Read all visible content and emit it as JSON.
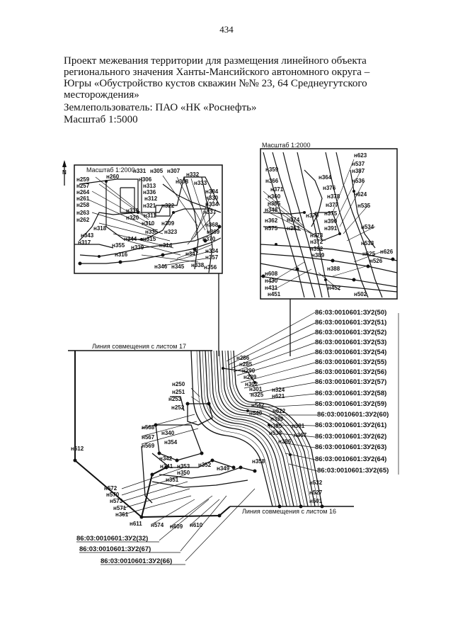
{
  "page": {
    "number": "434"
  },
  "header": {
    "title": "Проект межевания территории для размещения линейного объекта регионального значения Ханты-Мансийского автономного округа – Югры «Обустройство кустов скважин №№ 23, 64 Среднеугутского месторождения»",
    "developer": "Землепользователь: ПАО «НК «Роснефть»",
    "scale": "Масштаб 1:5000"
  },
  "map": {
    "north_arrow": "N",
    "inset_left": {
      "caption": "Масштаб 1:2000",
      "labels": [
        "н259",
        "н257",
        "н264",
        "н261",
        "н258",
        "н263",
        "н262",
        "н318",
        "н343",
        "н317",
        "н260",
        "н306",
        "н313",
        "н336",
        "н312",
        "н321",
        "н322",
        "н319",
        "н320",
        "н311",
        "н310",
        "н309",
        "н335",
        "н323",
        "н344",
        "н315",
        "н355",
        "н339",
        "н316",
        "н331",
        "н305",
        "н307",
        "н308",
        "н332",
        "н333",
        "н384",
        "н330",
        "н334",
        "н337",
        "н368",
        "н369",
        "н370",
        "н314",
        "н347",
        "н346",
        "н345",
        "н338",
        "н357",
        "н334",
        "н356"
      ]
    },
    "inset_right": {
      "caption": "Масштаб 1:2000",
      "labels": [
        "н623",
        "н537",
        "н387",
        "н359",
        "н366",
        "н364",
        "н536",
        "н371",
        "н376",
        "н378",
        "н360",
        "н365",
        "н348",
        "н377",
        "н624",
        "н535",
        "н362",
        "н374",
        "н379",
        "н375",
        "н390",
        "н391",
        "н534",
        "н575",
        "н363",
        "н373",
        "н372",
        "н392",
        "н389",
        "н533",
        "н625",
        "н626",
        "н526",
        "н388",
        "н608",
        "н430",
        "н431",
        "н451",
        "н452",
        "н502"
      ]
    },
    "sheet_join_top": "Линия совмещения с листом 17",
    "sheet_join_bottom": "Линия совмещения с листом 16",
    "parcels_right": [
      "86:03:0010601:ЗУ2(50)",
      "86:03:0010601:ЗУ2(51)",
      "86:03:0010601:ЗУ2(52)",
      "86:03:0010601:ЗУ2(53)",
      "86:03:0010601:ЗУ2(54)",
      "86:03:0010601:ЗУ2(55)",
      "86:03:0010601:ЗУ2(56)",
      "86:03:0010601:ЗУ2(57)",
      "86:03:0010601:ЗУ2(58)",
      "86:03:0010601:ЗУ2(59)",
      "86:03:0010601:ЗУ2(60)",
      "86:03:0010601:ЗУ2(61)",
      "86:03:0010601:ЗУ2(62)",
      "86:03:0010601:ЗУ2(63)",
      "86:03:0010601:ЗУ2(64)",
      "86:03:0010601:ЗУ2(65)"
    ],
    "parcels_bottom": [
      "86:03:0010601:ЗУ2(32)",
      "86:03:0010601:ЗУ2(67)",
      "86:03:0010601:ЗУ2(66)"
    ],
    "labels_main": [
      "н286",
      "н285",
      "н290",
      "н289",
      "н250",
      "н302",
      "н301",
      "н325",
      "н324",
      "н621",
      "н251",
      "н253",
      "н252",
      "н542",
      "н540",
      "н622",
      "н339",
      "н568",
      "н340",
      "н385",
      "н538",
      "н381",
      "н567",
      "н354",
      "н569",
      "н386",
      "н367",
      "н612",
      "н342",
      "н341",
      "н353",
      "н352",
      "н358",
      "н350",
      "н349",
      "н351",
      "н532",
      "н527",
      "н501",
      "н572",
      "н570",
      "н573",
      "н571",
      "н361",
      "н611",
      "н574",
      "н609",
      "н610"
    ]
  }
}
